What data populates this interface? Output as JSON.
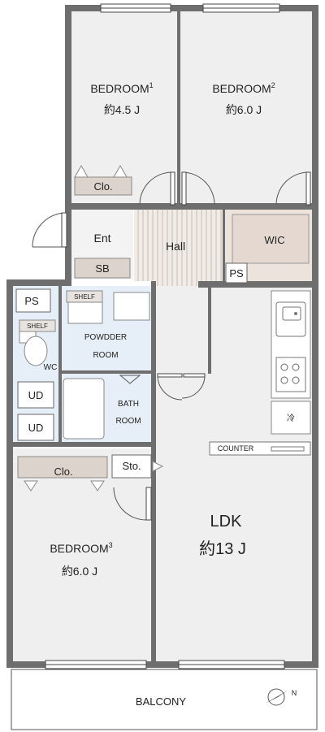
{
  "rooms": {
    "bedroom1": {
      "name": "BEDROOM",
      "sup": "1",
      "size": "約4.5 J"
    },
    "bedroom2": {
      "name": "BEDROOM",
      "sup": "2",
      "size": "約6.0 J"
    },
    "bedroom3": {
      "name": "BEDROOM",
      "sup": "3",
      "size": "約6.0 J"
    },
    "ldk": {
      "name": "LDK",
      "size": "約13 J"
    },
    "entrance": "Ent",
    "shoe_box": "SB",
    "hall": "Hall",
    "wic": "WIC",
    "ps_upper": "PS",
    "ps_left": "PS",
    "shelf_powder": "SHELF",
    "shelf_wc": "SHELF",
    "powder_line1": "POWDDER",
    "powder_line2": "ROOM",
    "wc": "WC",
    "bath_line1": "BATH",
    "bath_line2": "ROOM",
    "ud_upper": "UD",
    "ud_lower": "UD",
    "closet_bed1": "Clo.",
    "closet_bed3": "Clo.",
    "storage": "Sto.",
    "counter": "COUNTER",
    "fridge": "冷",
    "balcony": "BALCONY",
    "north": "N"
  }
}
